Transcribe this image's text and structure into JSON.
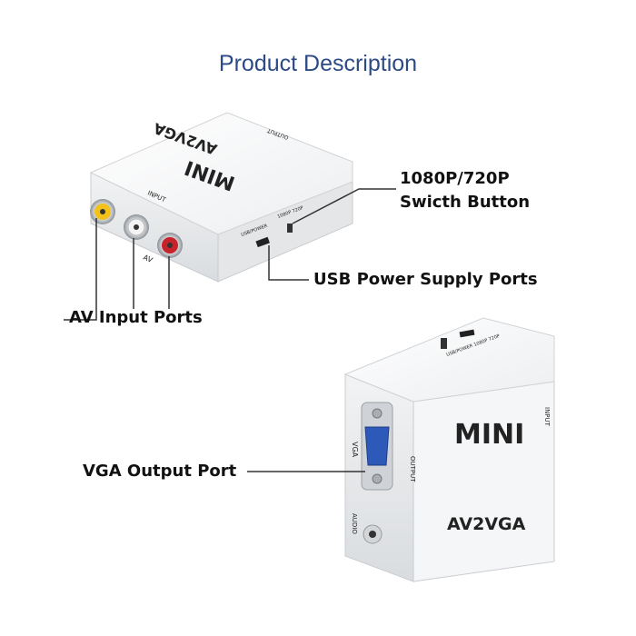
{
  "page_title": "Product Description",
  "callouts": {
    "switch_line1": "1080P/720P",
    "switch_line2": "Swicth Button",
    "usb": "USB Power Supply Ports",
    "av": "AV Input Ports",
    "vga": "VGA Output Port"
  },
  "device_top": {
    "brand": "MINI",
    "model": "AV2VGA",
    "input_label": "INPUT",
    "output_label": "OUTPUT",
    "av_label": "AV",
    "usb_label": "USB/POWER",
    "res_label": "1080P 720P"
  },
  "device_bottom": {
    "brand": "MINI",
    "model": "AV2VGA",
    "vga_label": "VGA",
    "audio_label": "AUDIO",
    "output_label": "OUTPUT",
    "input_label": "INPUT",
    "top_label": "USB/POWER 1080P 720P"
  },
  "colors": {
    "title": "#2c4a86",
    "rca_yellow": "#f2c21b",
    "rca_red": "#c8232b",
    "vga_blue": "#2d59b8"
  }
}
